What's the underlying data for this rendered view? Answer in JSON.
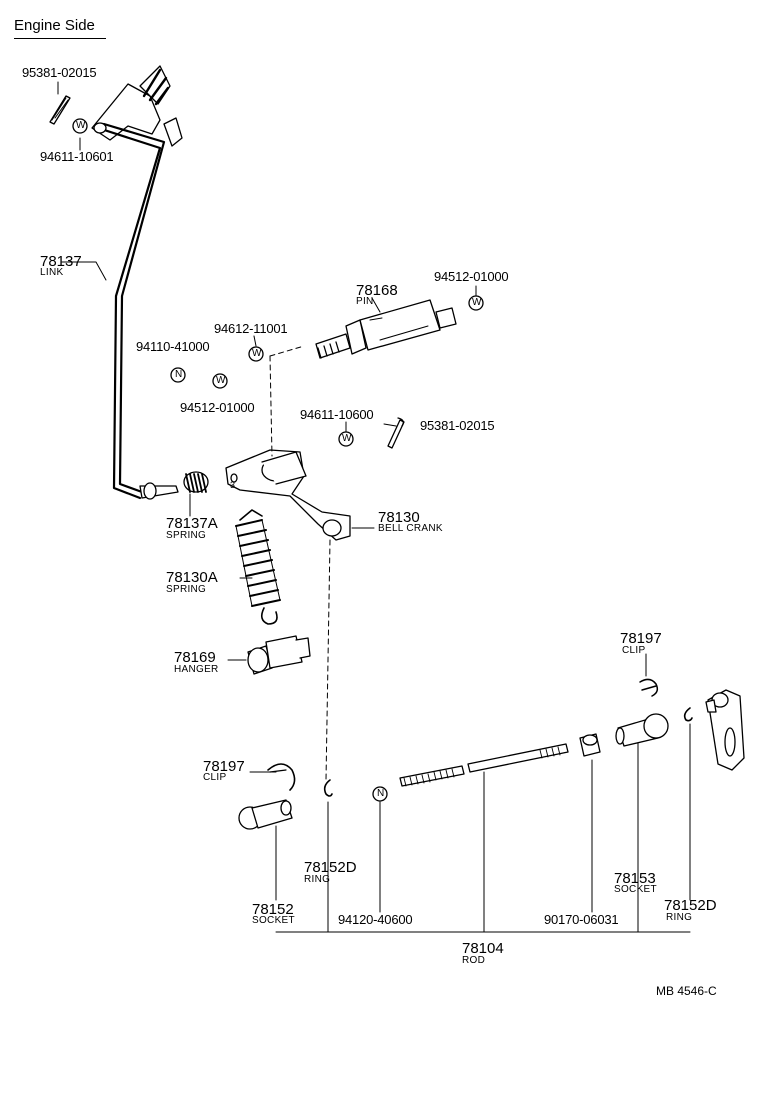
{
  "header": {
    "title": "Engine  Side"
  },
  "parts": [
    {
      "id": "p01",
      "number": "95381-02015"
    },
    {
      "id": "p02",
      "number": "94611-10601"
    },
    {
      "id": "p03",
      "number": "78137",
      "name": "LINK"
    },
    {
      "id": "p04",
      "number": "78168",
      "name": "PIN"
    },
    {
      "id": "p05",
      "number": "94512-01000"
    },
    {
      "id": "p06",
      "number": "94612-11001"
    },
    {
      "id": "p07",
      "number": "94110-41000"
    },
    {
      "id": "p08",
      "number": "94512-01000"
    },
    {
      "id": "p09",
      "number": "94611-10600"
    },
    {
      "id": "p10",
      "number": "95381-02015"
    },
    {
      "id": "p11",
      "number": "78137A",
      "name": "SPRING"
    },
    {
      "id": "p12",
      "number": "78130",
      "name": "BELL CRANK"
    },
    {
      "id": "p13",
      "number": "78130A",
      "name": "SPRING"
    },
    {
      "id": "p14",
      "number": "78169",
      "name": "HANGER"
    },
    {
      "id": "p15",
      "number": "78197",
      "name": "CLIP"
    },
    {
      "id": "p16",
      "number": "78197",
      "name": "CLIP"
    },
    {
      "id": "p17",
      "number": "78152D",
      "name": "RING"
    },
    {
      "id": "p18",
      "number": "78152",
      "name": "SOCKET"
    },
    {
      "id": "p19",
      "number": "94120-40600"
    },
    {
      "id": "p20",
      "number": "78153",
      "name": "SOCKET"
    },
    {
      "id": "p21",
      "number": "90170-06031"
    },
    {
      "id": "p22",
      "number": "78152D",
      "name": "RING"
    },
    {
      "id": "p23",
      "number": "78104",
      "name": "ROD"
    }
  ],
  "markers": {
    "washer": "W",
    "nut": "N"
  },
  "footer": {
    "code": "MB  4546-C"
  }
}
